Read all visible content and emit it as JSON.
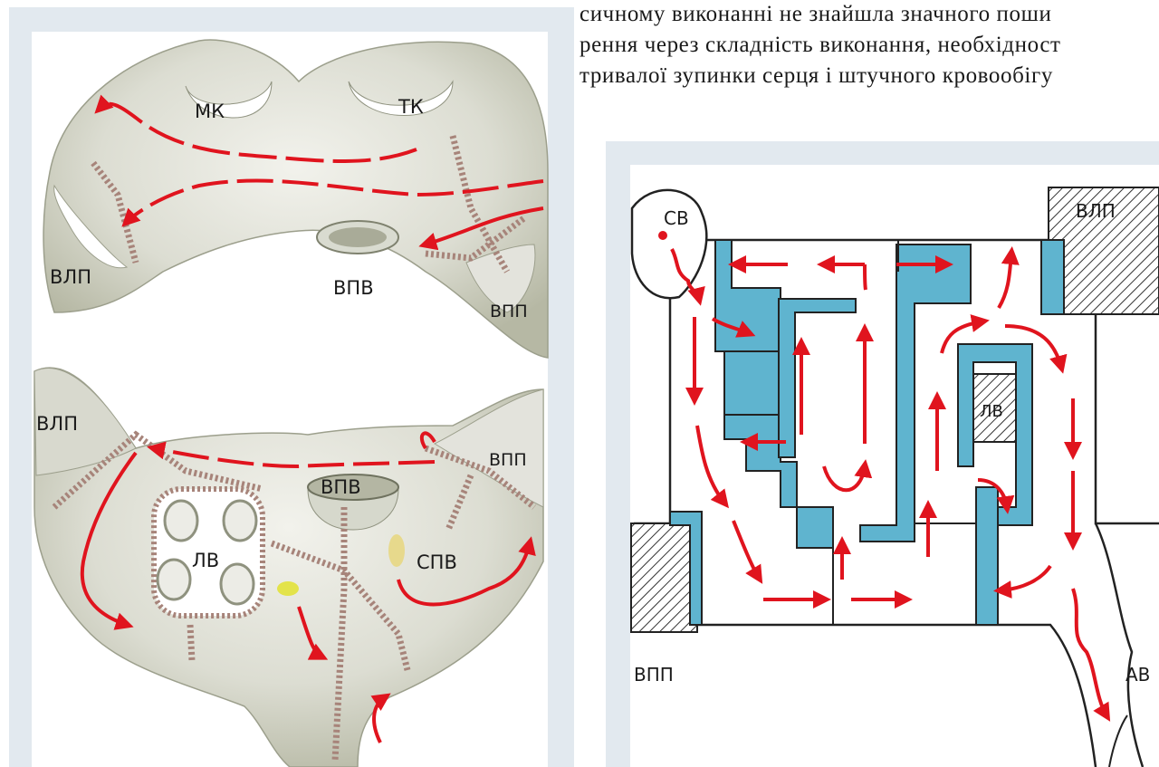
{
  "text": {
    "lines": [
      "сичному виконанні не знайшла значного поши",
      "рення через складність виконання, необхідност",
      "тривалої зупинки серця і штучного кровообігу"
    ]
  },
  "left_figure": {
    "top_labels": {
      "mk": "МК",
      "tk": "ТК",
      "vlp": "ВЛП",
      "vpv": "ВПВ",
      "vpp": "ВПП"
    },
    "bottom_labels": {
      "vlp": "ВЛП",
      "vpp": "ВПП",
      "vpv": "ВПВ",
      "lv": "ЛВ",
      "spv": "СПВ"
    }
  },
  "right_figure": {
    "labels": {
      "sv": "СВ",
      "vlp": "ВЛП",
      "lv": "ЛВ",
      "vpp": "ВПП",
      "av": "АВ"
    }
  },
  "colors": {
    "panel_bg": "#e2e9ef",
    "arrow_red": "#e0141e",
    "wall_blue": "#5fb4cf",
    "tissue_light": "#e3e3dc",
    "tissue_shadow": "#b9bca6"
  }
}
